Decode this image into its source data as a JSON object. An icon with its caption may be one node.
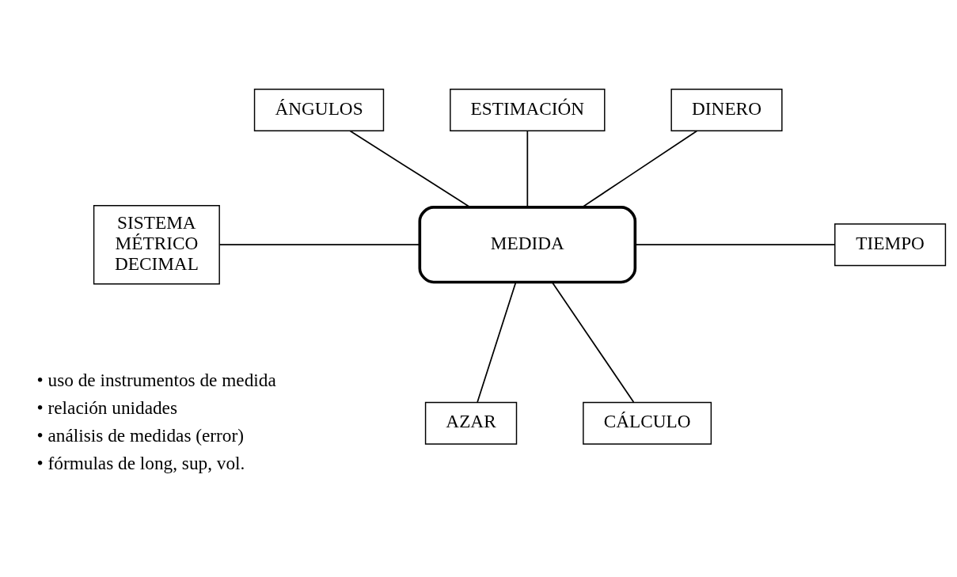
{
  "diagram": {
    "nodes": [
      {
        "text": [
          "MEDIDA"
        ]
      },
      {
        "text": [
          "ESTIMACIÓN"
        ]
      },
      {
        "text": [
          "ÁNGULOS"
        ]
      },
      {
        "text": [
          "DINERO"
        ]
      },
      {
        "text": [
          "SISTEMA MÉTRICO DECIMAL"
        ]
      },
      {
        "text": [
          "TIEMPO"
        ]
      },
      {
        "text": [
          "AZAR"
        ]
      },
      {
        "text": [
          "CÁLCULO"
        ]
      }
    ],
    "edges": [
      {
        "from": 0,
        "to": 1,
        "arrow": "none"
      },
      {
        "from": 0,
        "to": 2,
        "arrow": "none"
      },
      {
        "from": 0,
        "to": 3,
        "arrow": "none"
      },
      {
        "from": 0,
        "to": 4,
        "arrow": "none"
      },
      {
        "from": 0,
        "to": 5,
        "arrow": "none"
      },
      {
        "from": 0,
        "to": 6,
        "arrow": "none"
      },
      {
        "from": 0,
        "to": 7,
        "arrow": "none"
      }
    ],
    "labels": [
      "• uso de instrumentos de medida",
      "• relación unidades",
      "• análisis de medidas (error)",
      "• fórmulas de long, sup, vol."
    ]
  }
}
